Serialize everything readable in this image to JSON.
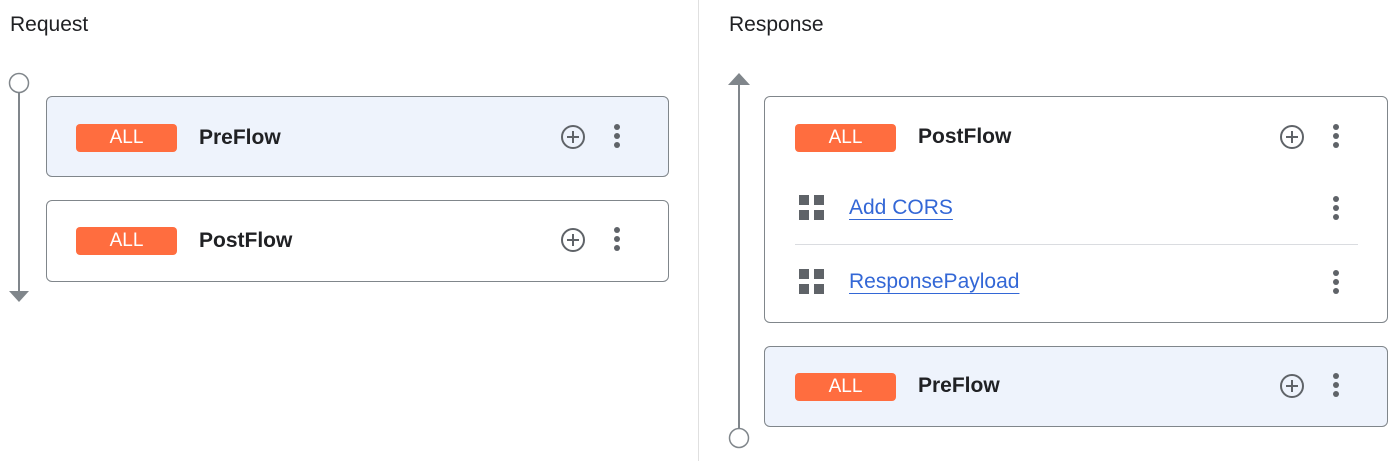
{
  "request": {
    "title": "Request",
    "flows": [
      {
        "method": "ALL",
        "name": "PreFlow",
        "selected": true
      },
      {
        "method": "ALL",
        "name": "PostFlow",
        "selected": false
      }
    ]
  },
  "response": {
    "title": "Response",
    "flows": [
      {
        "method": "ALL",
        "name": "PostFlow",
        "selected": false,
        "steps": [
          {
            "name": "Add CORS"
          },
          {
            "name": "ResponsePayload"
          }
        ]
      },
      {
        "method": "ALL",
        "name": "PreFlow",
        "selected": true
      }
    ]
  },
  "colors": {
    "badge": "#ff6d3f",
    "link": "#3367d6",
    "selected": "#eef3fc"
  }
}
